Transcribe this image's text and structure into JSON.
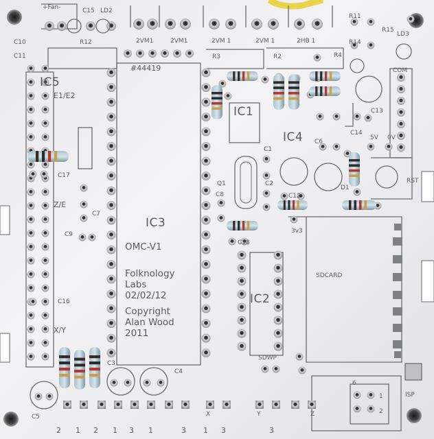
{
  "board": {
    "ic_labels": {
      "ic1": "IC1",
      "ic2": "IC2",
      "ic3": "IC3",
      "ic4": "IC4",
      "ic5": "IC5"
    },
    "part_number": "#44419",
    "text_block": [
      "OMC-V1",
      "Folknology",
      "Labs",
      "02/02/12",
      "Copyright",
      "Alan Wood",
      "2011"
    ],
    "connector_labels": {
      "fan": "+Fan-",
      "top": [
        "2VM1",
        "2VM1",
        "2VM 1",
        "2VM 1",
        "2HB 1"
      ],
      "bottom": [
        "2",
        "1",
        "2",
        "1",
        "3",
        "1",
        "X",
        "1",
        "3",
        "Y",
        "3",
        "Z",
        "3"
      ]
    },
    "side_labels": {
      "e1e2": "E1/E2",
      "ze": "Z/E",
      "xy": "X/Y",
      "com": "COM",
      "fivev": "5V",
      "zerov": "0V",
      "rst": "RST",
      "sdcard": "SDCARD",
      "sdwp": "SDWP",
      "isp": "ISP",
      "threev3": "3v3",
      "q1": "Q1",
      "six": "6",
      "isp_pin1": "1",
      "isp_pin2": "2"
    },
    "component_labels": {
      "c15": "C15",
      "ld2": "LD2",
      "c10": "C10",
      "c11": "C11",
      "r12": "R12",
      "r11": "R11",
      "r14": "R14",
      "r15": "R15",
      "ld3": "LD3",
      "c17": "C17",
      "c7": "C7",
      "c9": "C9",
      "c16": "C16",
      "c8": "C8",
      "c18": "C18",
      "c1": "C1",
      "c2": "C2",
      "c6": "C6",
      "c12": "C12",
      "c13": "C13",
      "c14": "C14",
      "c3": "C3",
      "c4": "C4",
      "c5": "C5",
      "d1": "D1",
      "r4": "R4",
      "r3": "R3",
      "r2": "R2"
    }
  }
}
